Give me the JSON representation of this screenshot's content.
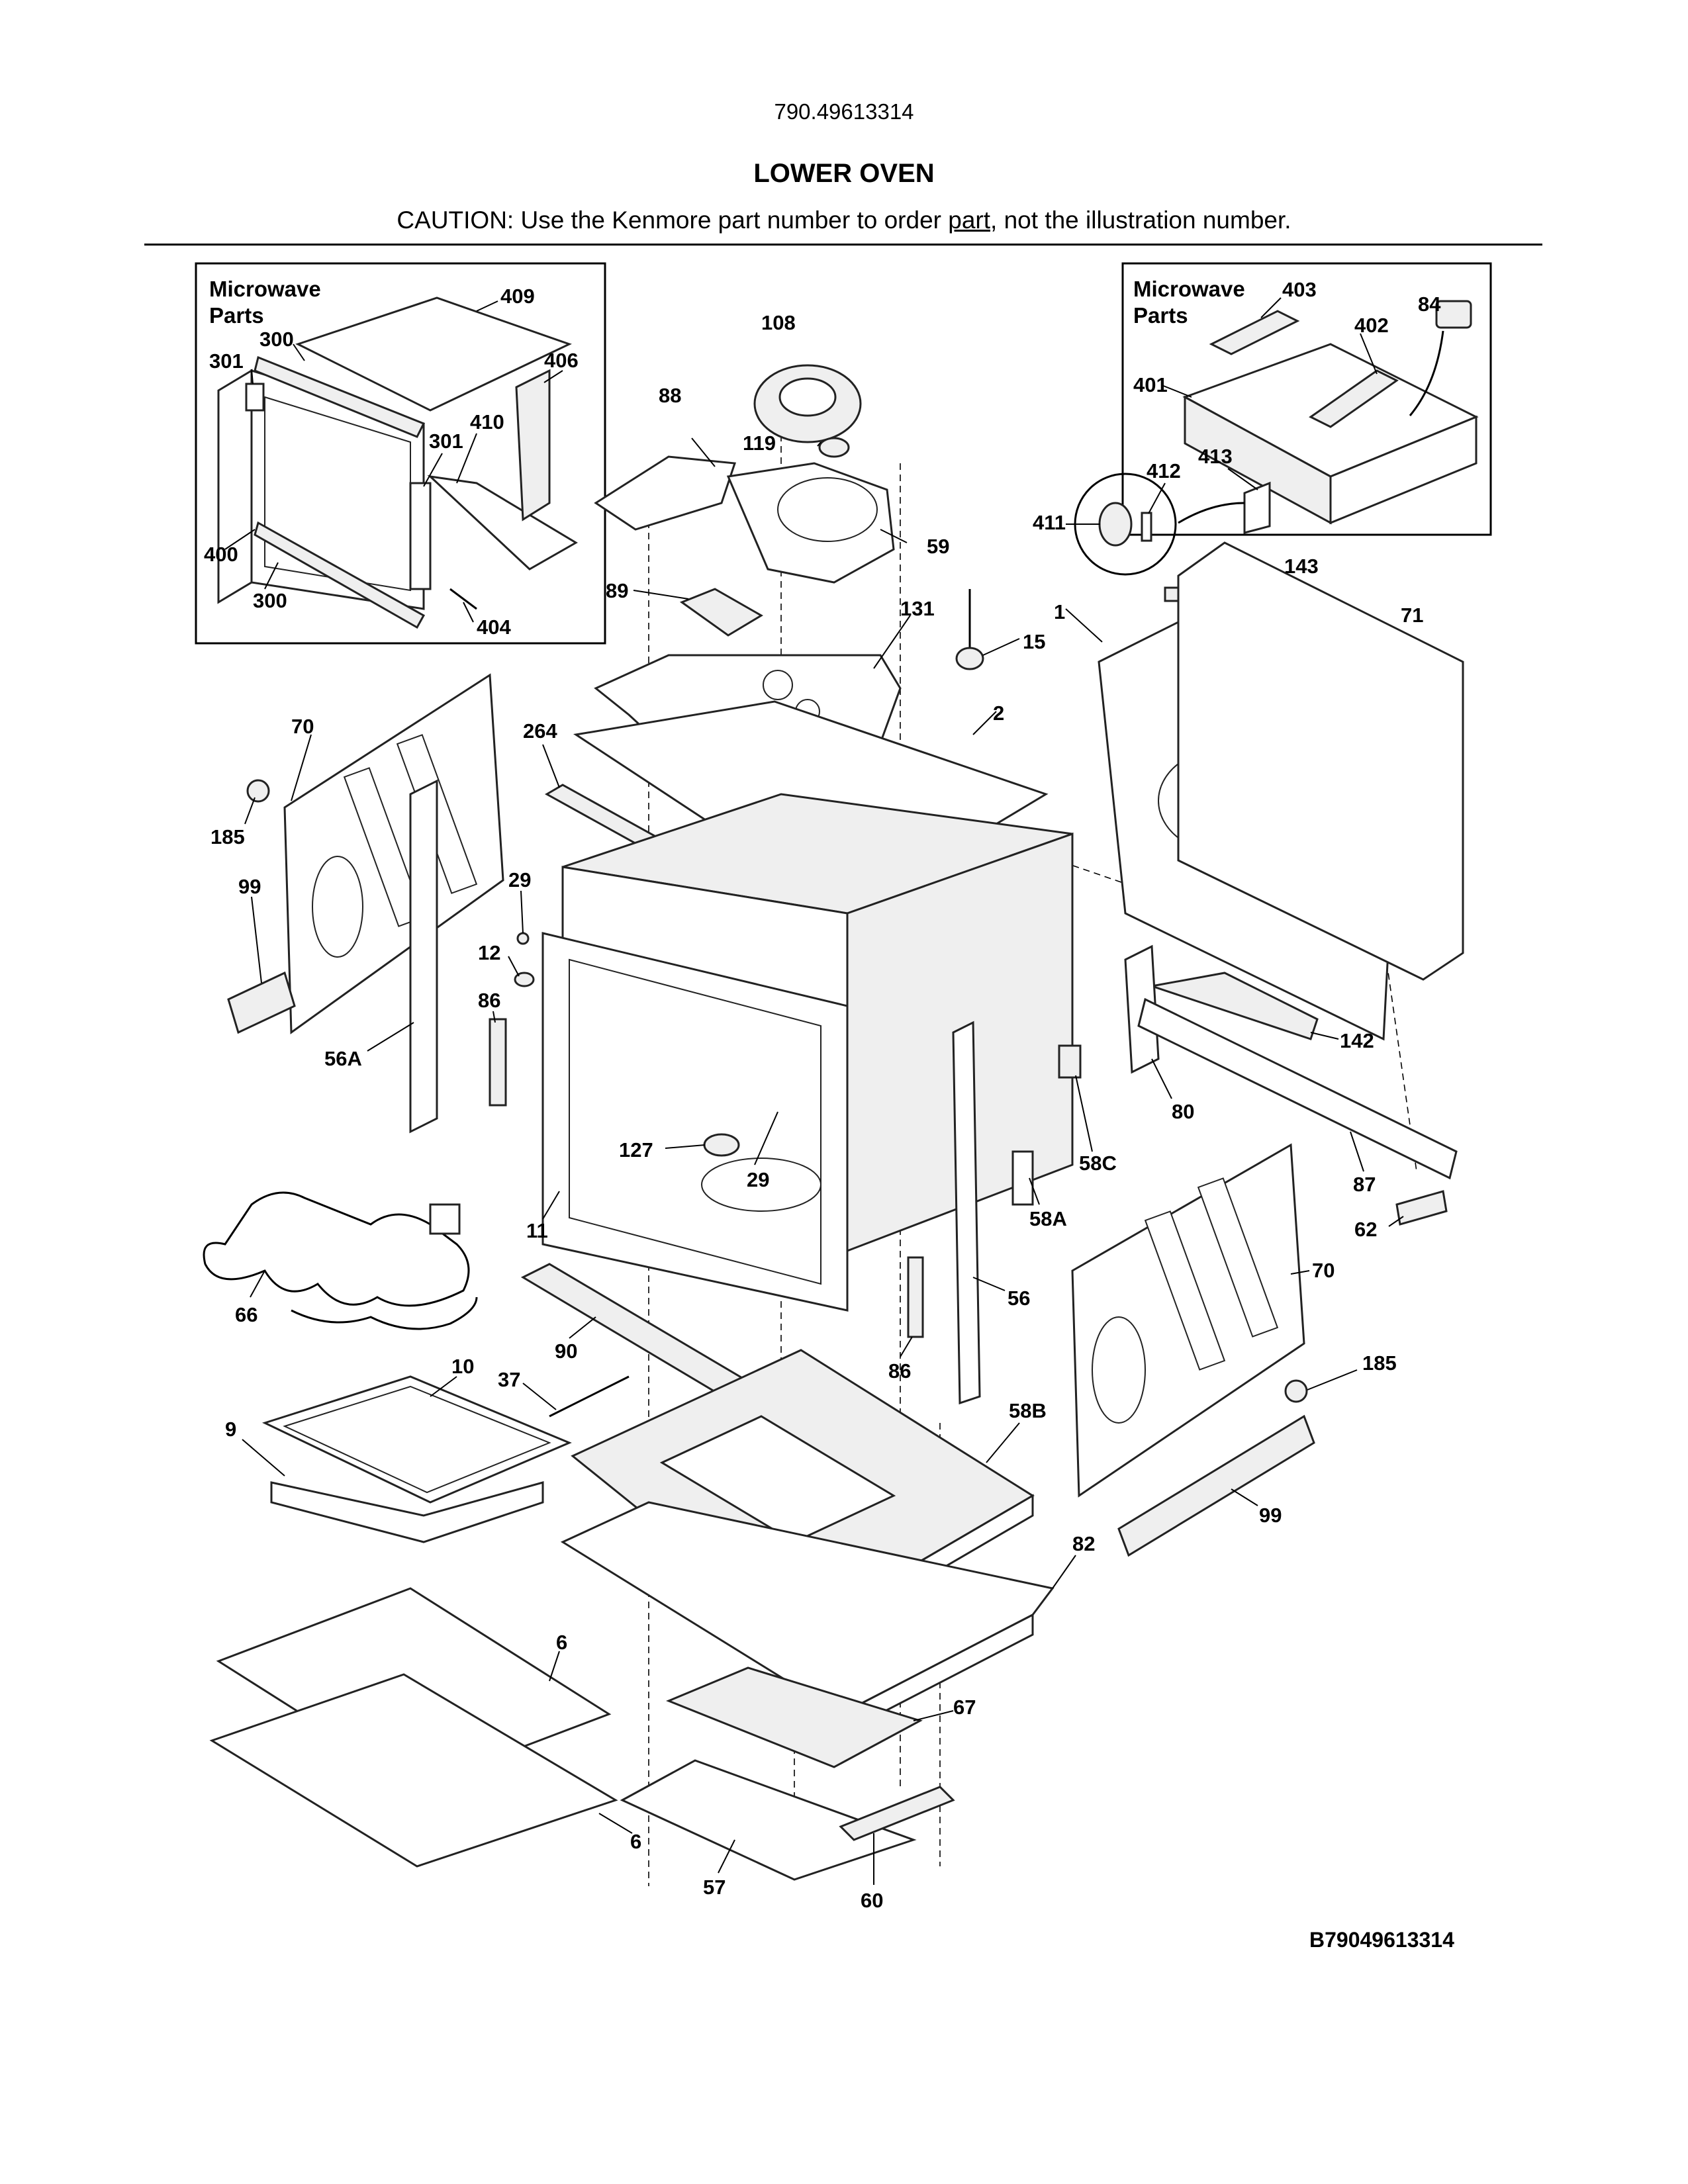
{
  "header": {
    "model": "790.49613314",
    "title": "LOWER OVEN",
    "caution_pre": "CAUTION: Use the Kenmore part number to order ",
    "caution_link": "part",
    "caution_post": ", not the illustration number."
  },
  "boxes": {
    "left_title_1": "Microwave",
    "left_title_2": "Parts",
    "right_title_1": "Microwave",
    "right_title_2": "Parts"
  },
  "labels": {
    "l409": "409",
    "l300a": "300",
    "l301a": "301",
    "l406": "406",
    "l301b": "301",
    "l410": "410",
    "l400": "400",
    "l300b": "300",
    "l404": "404",
    "l403": "403",
    "l84": "84",
    "l402": "402",
    "l401": "401",
    "l413": "413",
    "l412": "412",
    "l411": "411",
    "l108": "108",
    "l88": "88",
    "l119": "119",
    "l59": "59",
    "l89": "89",
    "l131": "131",
    "l15": "15",
    "l143": "143",
    "l71": "71",
    "l1": "1",
    "l2": "2",
    "l264": "264",
    "l70a": "70",
    "l185a": "185",
    "l99a": "99",
    "l29a": "29",
    "l12": "12",
    "l86a": "86",
    "l56A": "56A",
    "l142": "142",
    "l80": "80",
    "l58C": "58C",
    "l127": "127",
    "l29b": "29",
    "l87": "87",
    "l58A": "58A",
    "l62": "62",
    "l11": "11",
    "l70b": "70",
    "l66": "66",
    "l90": "90",
    "l56": "56",
    "l10": "10",
    "l37": "37",
    "l86b": "86",
    "l185b": "185",
    "l9": "9",
    "l58B": "58B",
    "l99b": "99",
    "l82": "82",
    "l6a": "6",
    "l67": "67",
    "l6b": "6",
    "l57": "57",
    "l60": "60"
  },
  "footer": {
    "code": "B79049613314"
  }
}
